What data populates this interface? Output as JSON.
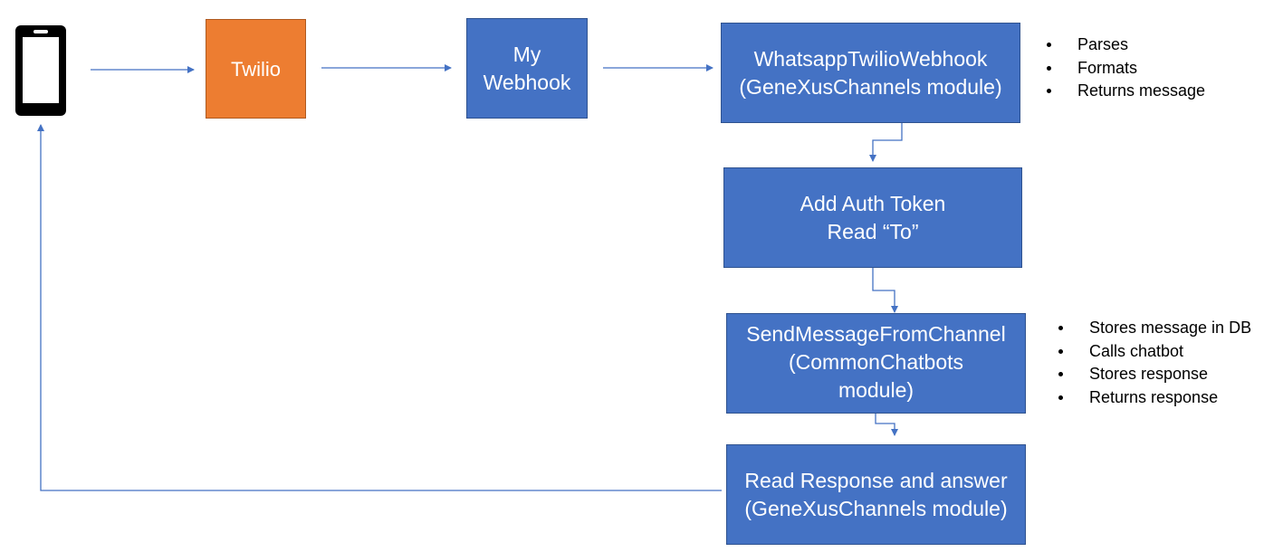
{
  "nodes": {
    "twilio": {
      "lines": [
        "Twilio"
      ]
    },
    "my_webhook": {
      "lines": [
        "My",
        "Webhook"
      ]
    },
    "whatsapp_webhook": {
      "lines": [
        "WhatsappTwilioWebhook",
        "(GeneXusChannels module)"
      ]
    },
    "auth_token": {
      "lines": [
        "Add Auth Token",
        "Read “To”"
      ]
    },
    "send_message": {
      "lines": [
        "SendMessageFromChannel",
        "(CommonChatbots",
        "module)"
      ]
    },
    "read_response": {
      "lines": [
        "Read Response and answer",
        "(GeneXusChannels module)"
      ]
    }
  },
  "notes": {
    "webhook_notes": [
      "Parses",
      "Formats",
      "Returns message"
    ],
    "send_notes": [
      "Stores message in DB",
      "Calls chatbot",
      "Stores response",
      "Returns response"
    ]
  },
  "colors": {
    "blue": "#4472c4",
    "orange": "#ed7d31",
    "connector": "#4472c4"
  },
  "icons": {
    "device": "smartphone-icon"
  }
}
